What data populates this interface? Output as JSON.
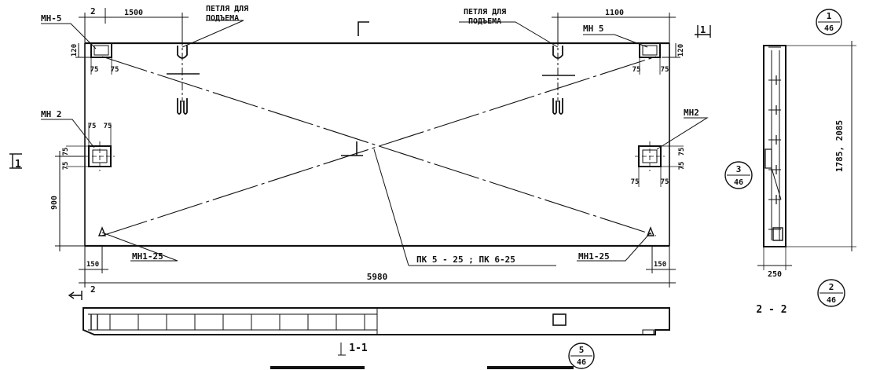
{
  "labels": {
    "mn5_left": "МН-5",
    "mn5_right": "МН 5",
    "mn2_left": "МН 2",
    "mn2_right": "МН2",
    "loop_left_1": "ПЕТЛЯ ДЛЯ",
    "loop_left_2": "ПОДЪЕМА",
    "loop_right_1": "ПЕТЛЯ ДЛЯ",
    "loop_right_2": "ПОДЪЕМА",
    "mn1_left": "МН1-25",
    "mn1_right": "МН1-25",
    "pk": "ПК 5 - 25  ;    ПК 6-25",
    "sec_1": "1",
    "sec_2": "2",
    "sec_1_1": "1-1",
    "sec_2_2": "2 - 2"
  },
  "dims": {
    "top_left": "1500",
    "top_right": "1100",
    "overall": "5980",
    "left_height": "900",
    "d120_left": "120",
    "d120_right": "120",
    "d75": "75",
    "d150": "150",
    "d250": "250",
    "side_height": "1785, 2085"
  },
  "refs": [
    {
      "num": "1",
      "sheet": "46"
    },
    {
      "num": "2",
      "sheet": "46"
    },
    {
      "num": "3",
      "sheet": "46"
    },
    {
      "num": "5",
      "sheet": "46"
    }
  ]
}
